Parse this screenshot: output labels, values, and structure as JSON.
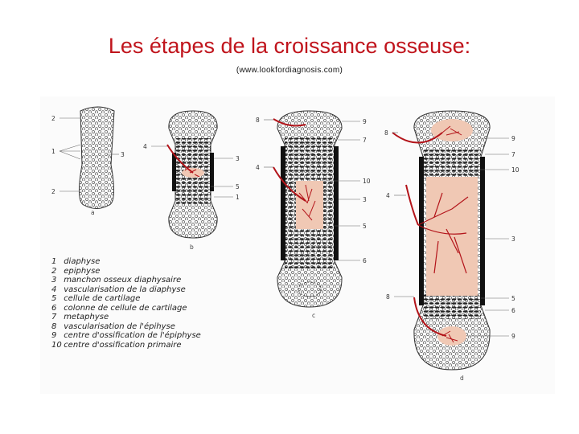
{
  "title": "Les étapes de la croissance osseuse:",
  "source": "(www.lookfordiagnosis.com)",
  "colors": {
    "title": "#c0141c",
    "vessel": "#b3141a",
    "ossification": "#f0c8b4",
    "shaft": "#111111"
  },
  "stages": {
    "a": {
      "caption": "a",
      "labels": [
        "2",
        "1",
        "3",
        "2"
      ]
    },
    "b": {
      "caption": "b",
      "labels": [
        "4",
        "3",
        "5",
        "1"
      ]
    },
    "c": {
      "caption": "c",
      "labels": [
        "8",
        "9",
        "7",
        "4",
        "10",
        "3",
        "5",
        "6"
      ]
    },
    "d": {
      "caption": "d",
      "labels": [
        "8",
        "9",
        "7",
        "10",
        "4",
        "3",
        "8",
        "5",
        "6",
        "9"
      ]
    }
  },
  "legend": [
    {
      "num": "1",
      "text": "diaphyse"
    },
    {
      "num": "2",
      "text": "epiphyse"
    },
    {
      "num": "3",
      "text": "manchon osseux diaphysaire"
    },
    {
      "num": "4",
      "text": "vascularisation de la diaphyse"
    },
    {
      "num": "5",
      "text": "cellule de cartilage"
    },
    {
      "num": "6",
      "text": "colonne de cellule de cartilage"
    },
    {
      "num": "7",
      "text": "metaphyse"
    },
    {
      "num": "8",
      "text": "vascularisation de l'épihyse"
    },
    {
      "num": "9",
      "text": "centre d'ossification de l'épiphyse"
    },
    {
      "num": "10",
      "text": "centre d'ossification primaire"
    }
  ]
}
